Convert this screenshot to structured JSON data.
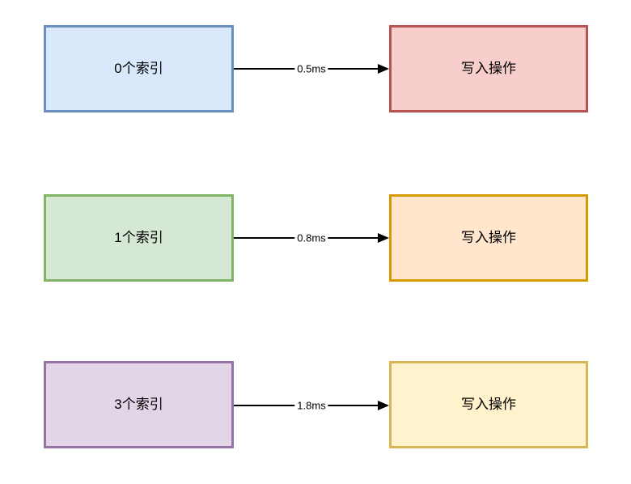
{
  "diagram": {
    "background": "#ffffff",
    "arrow_color": "#000000",
    "rows": [
      {
        "source": {
          "label": "0个索引",
          "fill": "#dae8fc",
          "stroke": "#6c8ebf"
        },
        "edge": {
          "label": "0.5ms"
        },
        "target": {
          "label": "写入操作",
          "fill": "#f8cecc",
          "stroke": "#b85450"
        }
      },
      {
        "source": {
          "label": "1个索引",
          "fill": "#d5e8d4",
          "stroke": "#82b366"
        },
        "edge": {
          "label": "0.8ms"
        },
        "target": {
          "label": "写入操作",
          "fill": "#ffe6cc",
          "stroke": "#d79b00"
        }
      },
      {
        "source": {
          "label": "3个索引",
          "fill": "#e1d5e7",
          "stroke": "#9673a6"
        },
        "edge": {
          "label": "1.8ms"
        },
        "target": {
          "label": "写入操作",
          "fill": "#fff2cc",
          "stroke": "#d6b656"
        }
      }
    ]
  }
}
